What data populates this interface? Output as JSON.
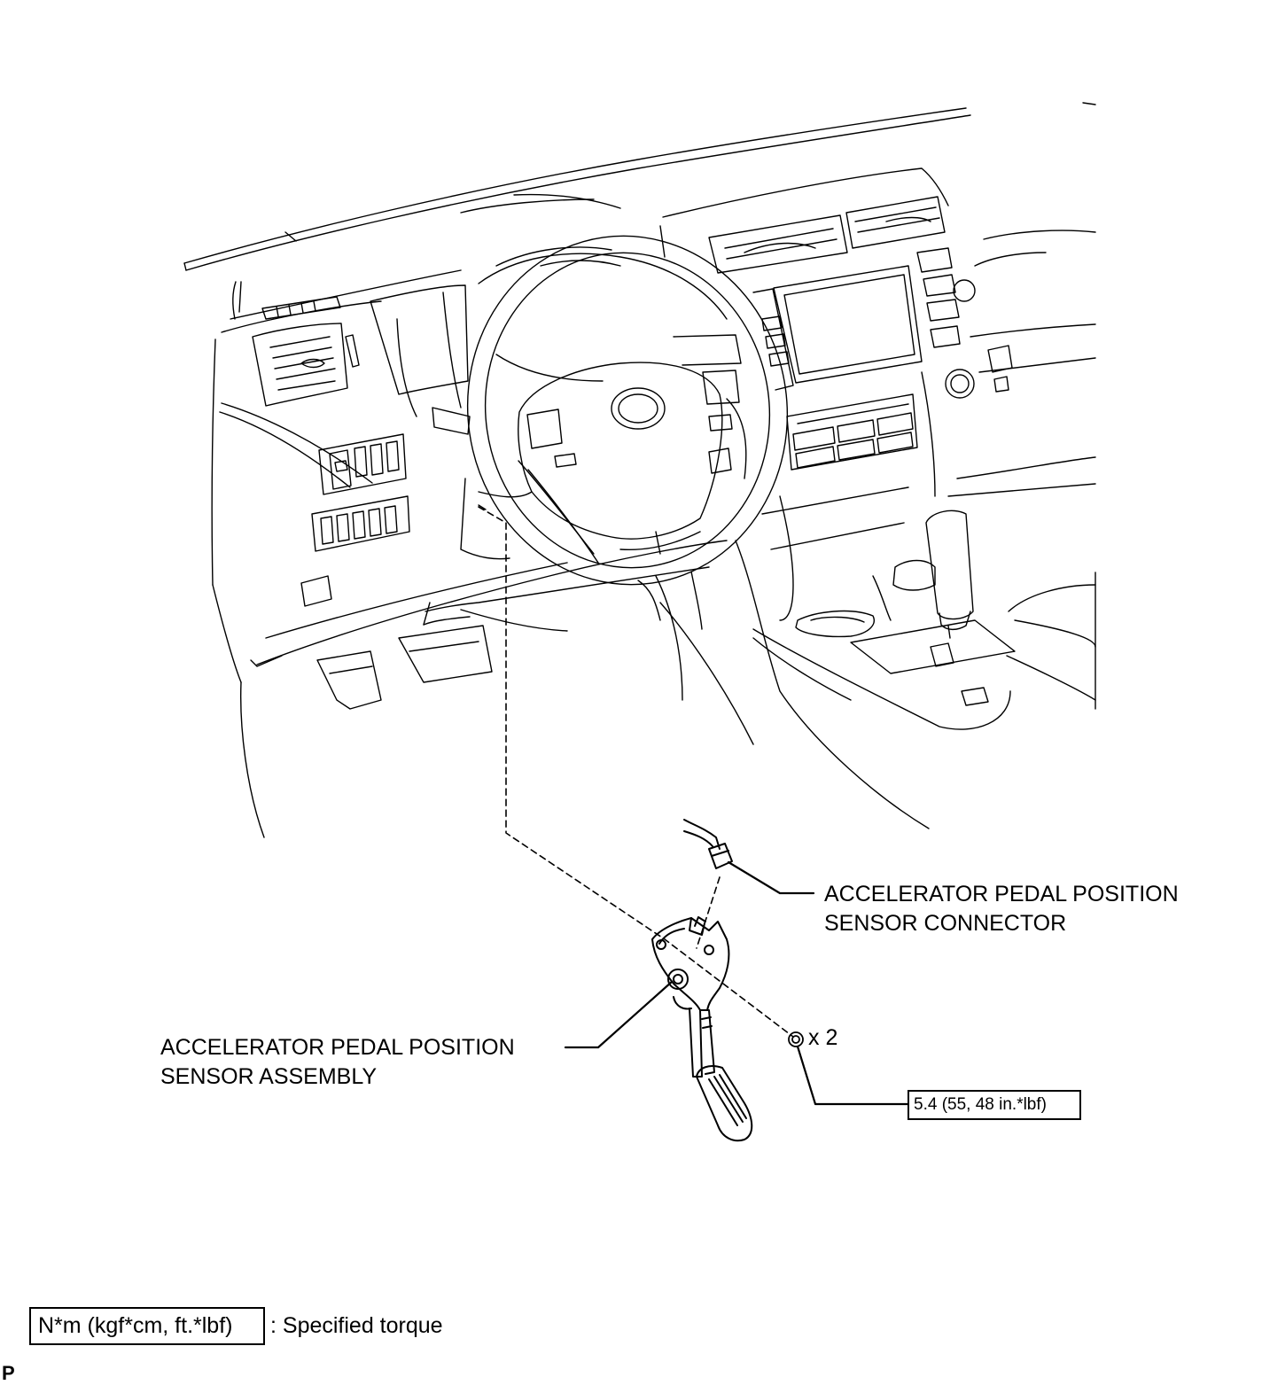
{
  "labels": {
    "connector": {
      "line1": "ACCELERATOR PEDAL POSITION",
      "line2": "SENSOR CONNECTOR"
    },
    "assembly": {
      "line1": "ACCELERATOR PEDAL POSITION",
      "line2": "SENSOR ASSEMBLY"
    },
    "bolt_quantity": "x 2",
    "torque_value": "5.4 (55, 48 in.*lbf)"
  },
  "legend": {
    "unit_box": "N*m (kgf*cm, ft.*lbf)",
    "description": ": Specified torque"
  },
  "corner_mark": "P"
}
